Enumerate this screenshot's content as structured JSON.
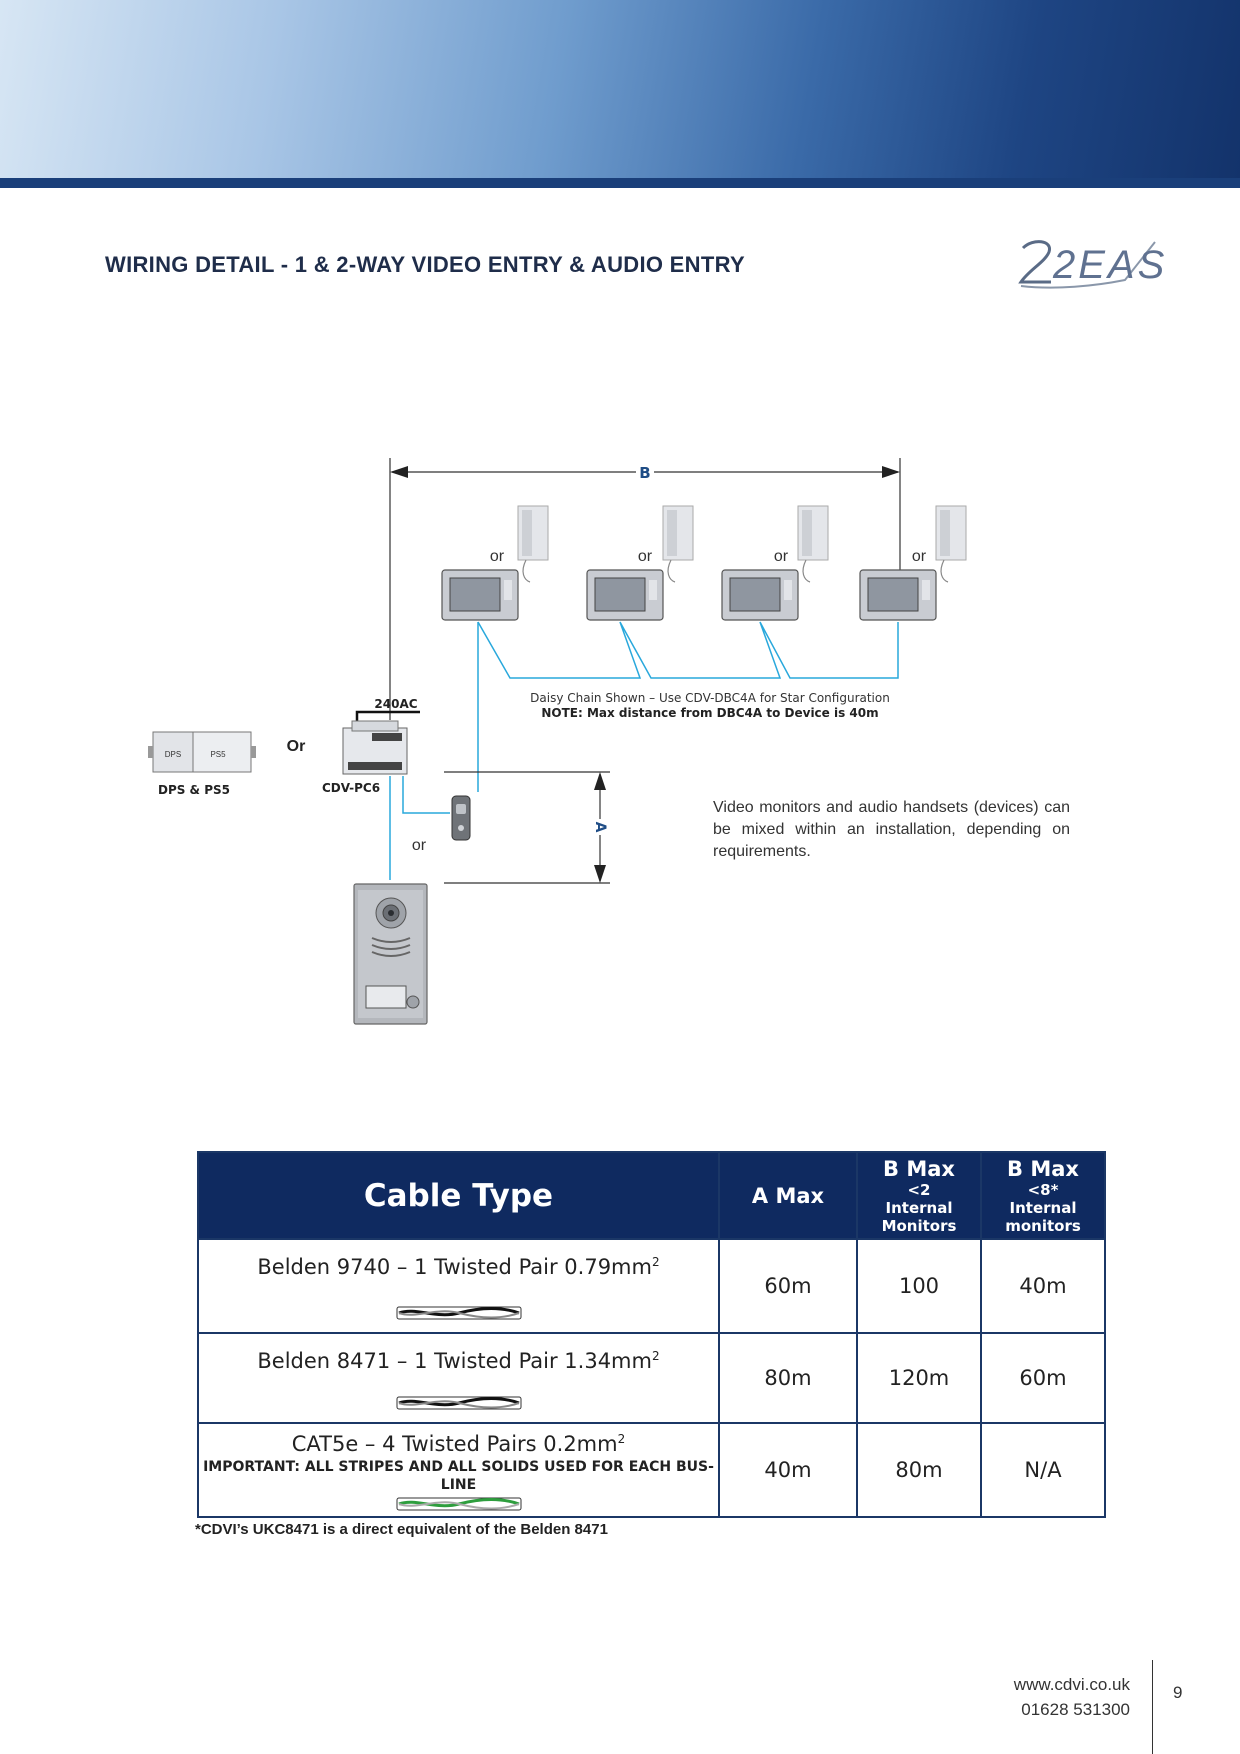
{
  "header": {
    "title": "WIRING DETAIL - 1 & 2-WAY VIDEO ENTRY  & AUDIO ENTRY",
    "logo_text": "2EASY"
  },
  "diagram": {
    "dimension_b": "B",
    "dimension_a": "A",
    "or_label": "or",
    "or_label_big": "Or",
    "power_label": "240AC",
    "controller_label": "CDV-PC6",
    "psu_label": "DPS & PS5",
    "psu_left_text": "DPS",
    "psu_right_text": "PS5",
    "daisy_chain_note": "Daisy Chain Shown – Use CDV-DBC4A for Star Configuration",
    "max_distance_note": "NOTE: Max distance from DBC4A to Device is 40m"
  },
  "note": "Video monitors and audio handsets (devices) can be mixed within an installation, depending on requirements.",
  "table": {
    "headers": {
      "cable_type": "Cable Type",
      "a_max": "A Max",
      "b_max_2": "B Max",
      "b_max_2_sub1": "<2",
      "b_max_2_sub2": "Internal",
      "b_max_2_sub3": "Monitors",
      "b_max_8": "B Max",
      "b_max_8_sub1": "<8*",
      "b_max_8_sub2": "Internal",
      "b_max_8_sub3": "monitors"
    },
    "rows": [
      {
        "name": "Belden 9740 – 1 Twisted Pair 0.79mm",
        "sup": "2",
        "important": "",
        "a_max": "60m",
        "b2": "100",
        "b8": "40m"
      },
      {
        "name": "Belden 8471 – 1 Twisted Pair 1.34mm",
        "sup": "2",
        "important": "",
        "a_max": "80m",
        "b2": "120m",
        "b8": "60m"
      },
      {
        "name": "CAT5e – 4 Twisted Pairs 0.2mm",
        "sup": "2",
        "important": "IMPORTANT: ALL STRIPES AND ALL SOLIDS  USED FOR EACH BUS-LINE",
        "a_max": "40m",
        "b2": "80m",
        "b8": "N/A"
      }
    ]
  },
  "footnote": "*CDVI’s UKC8471 is a direct equivalent of the Belden 8471",
  "footer": {
    "website": "www.cdvi.co.uk",
    "phone": "01628 531300",
    "page_number": "9"
  }
}
